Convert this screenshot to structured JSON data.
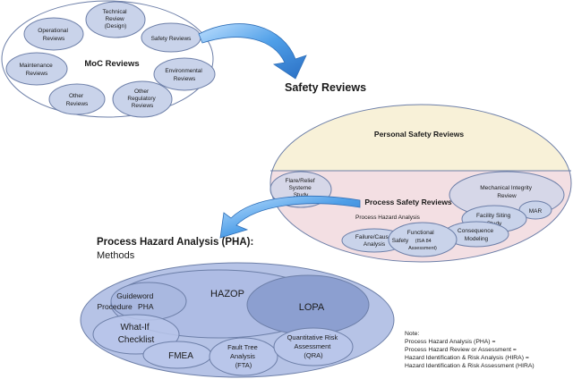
{
  "moc": {
    "title": "MoC Reviews",
    "technical": [
      "Technical",
      "Review",
      "(Design)"
    ],
    "operational": [
      "Operational",
      "Reviews"
    ],
    "safety": [
      "Safety Reviews"
    ],
    "maintenance": [
      "Maintenance",
      "Reviews"
    ],
    "environmental": [
      "Environmental",
      "Reviews"
    ],
    "other": [
      "Other",
      "Reviews"
    ],
    "other_regulatory": [
      "Other",
      "Regulatory",
      "Reviews"
    ]
  },
  "safety": {
    "title": "Safety Reviews",
    "personal": "Personal Safety Reviews",
    "process": "Process Safety Reviews",
    "flare": [
      "Flare/Relief",
      "Systeme",
      "Study"
    ],
    "mechanical": [
      "Mechanical Integrity",
      "Review"
    ],
    "mar": "MAR",
    "pha": "Process Hazard Analysis",
    "siting": [
      "Facility Siting",
      "Study"
    ],
    "failure": [
      "Failure/Cause",
      "Analysis"
    ],
    "functional": [
      "Functional",
      "Safety",
      "(ISA 84",
      "Assessment)"
    ],
    "consequence": [
      "Consequence",
      "Modeling"
    ]
  },
  "pha_methods": {
    "title": "Process Hazard Analysis (PHA):",
    "subtitle": "Methods",
    "hazop": "HAZOP",
    "lopa": "LOPA",
    "guideword": [
      "Guideword",
      "Procedure",
      "PHA"
    ],
    "whatif": [
      "What-If",
      "Checklist"
    ],
    "fmea": "FMEA",
    "fta": [
      "Fault Tree",
      "Analysis",
      "(FTA)"
    ],
    "qra": [
      "Quantitative Risk",
      "Assessment",
      "(QRA)"
    ]
  },
  "note": [
    "Note:",
    "Process Hazard Analysis (PHA) =",
    "Process Hazard Review or Assessment =",
    "Hazard Identification & Risk Analysis (HIRA) =",
    "Hazard Identification & Risk Assessment (HIRA)"
  ],
  "colors": {
    "ellipse_fill": "#c9d3ea",
    "ellipse_stroke": "#6d7fa8",
    "personal_fill": "#f8f1d8",
    "process_fill": "#f3dfe3",
    "pha_outer": "#b6c3e6",
    "lopa_fill": "#8c9fd0",
    "arrow": "#3f8fdd"
  }
}
